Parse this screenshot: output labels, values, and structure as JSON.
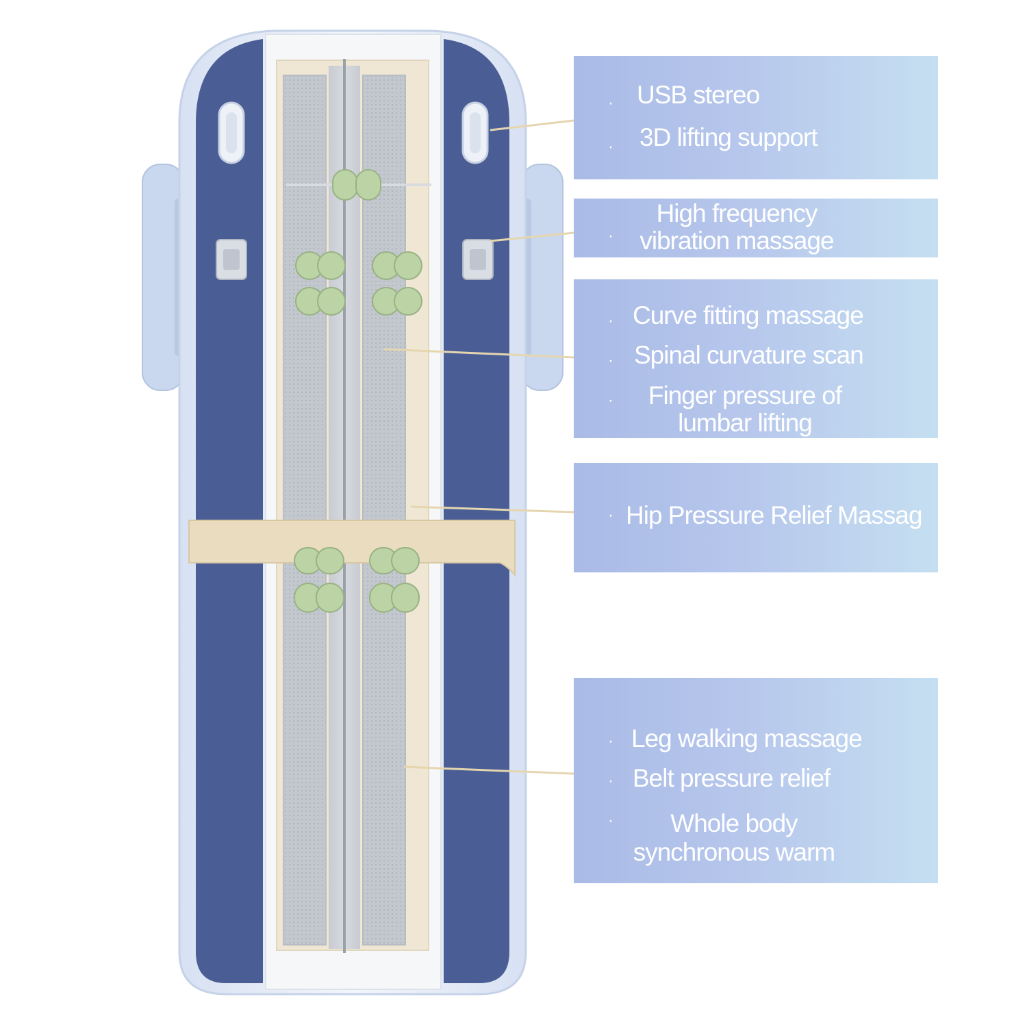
{
  "colors": {
    "bed_blue": "#4a5e95",
    "shell_light": "#dfe8f6",
    "belt": "#e9dcbf",
    "panel_left": "#a9bbe6",
    "panel_right": "#c5dff1",
    "text": "#ffffff"
  },
  "callouts": [
    {
      "items": [
        "USB stereo",
        "3D lifting support"
      ]
    },
    {
      "items": [
        "High frequency vibration massage"
      ]
    },
    {
      "items": [
        "Curve fitting massage",
        "Spinal curvature scan",
        "Finger pressure of lumbar lifting"
      ]
    },
    {
      "items": [
        "Hip Pressure Relief Massag"
      ]
    },
    {
      "items": [
        "Leg walking massage",
        "Belt pressure relief",
        "Whole body synchronous warm"
      ]
    }
  ]
}
